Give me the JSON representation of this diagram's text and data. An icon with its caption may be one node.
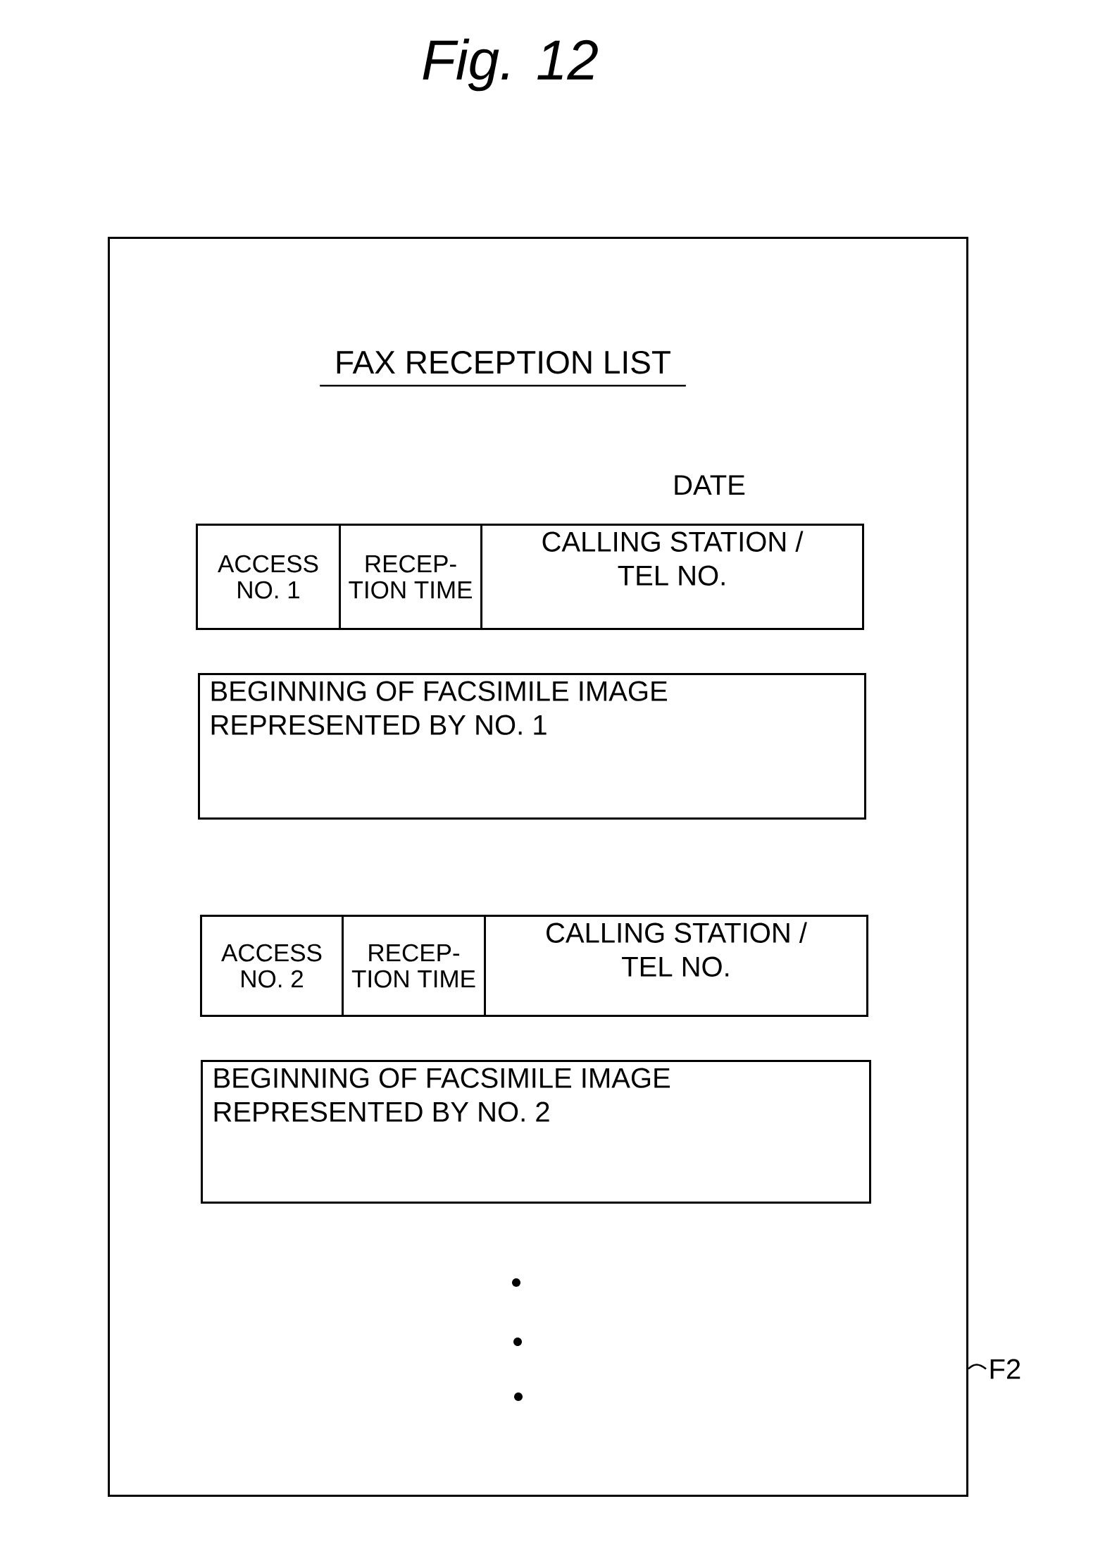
{
  "diagram": {
    "title": "Fig. 12",
    "nodes": [
      {
        "text": [
          "FAX RECEPTION LIST",
          "DATE"
        ]
      },
      {
        "text": [
          "ACCESS NO. 1"
        ],
        "in": 0
      },
      {
        "text": [
          "RECEP- TION TIME"
        ],
        "in": 0
      },
      {
        "text": [
          "CALLING STATION / TEL NO."
        ],
        "in": 0
      },
      {
        "text": [
          "BEGINNING OF FACSIMILE IMAGE REPRESENTED BY NO. 1"
        ],
        "in": 0
      },
      {
        "text": [
          "ACCESS NO. 2"
        ],
        "in": 0
      },
      {
        "text": [
          "RECEP- TION TIME"
        ],
        "in": 0
      },
      {
        "text": [
          "CALLING STATION / TEL NO."
        ],
        "in": 0
      },
      {
        "text": [
          "BEGINNING OF FACSIMILE IMAGE REPRESENTED BY NO. 2"
        ],
        "in": 0
      },
      {
        "text": [
          "F2"
        ]
      }
    ],
    "edges": [
      {
        "from": 9,
        "to": 0,
        "arrow": "none"
      }
    ]
  }
}
